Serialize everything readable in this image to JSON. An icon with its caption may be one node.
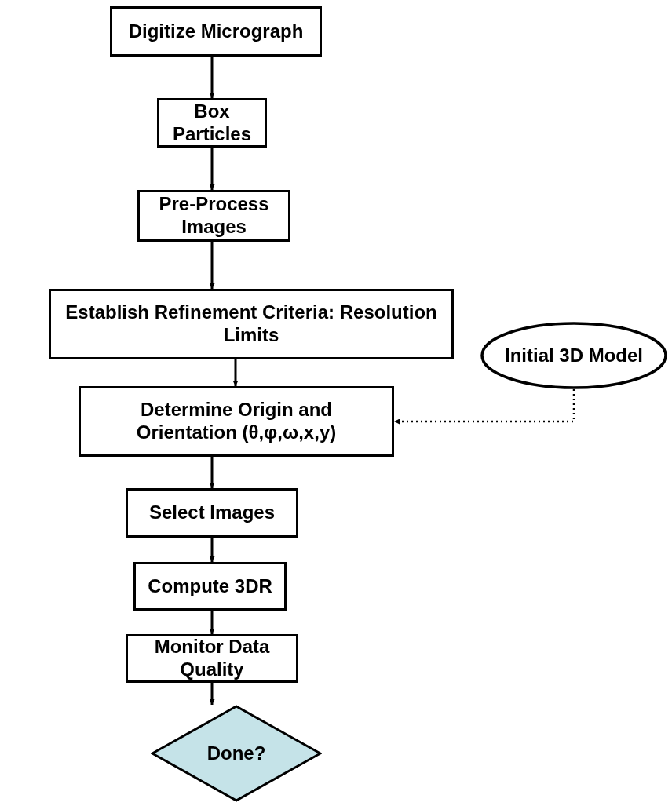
{
  "diagram": {
    "nodes": [
      {
        "text": [
          "Digitize Micrograph"
        ]
      },
      {
        "text": [
          "Box Particles"
        ]
      },
      {
        "text": [
          "Pre-Process Images"
        ]
      },
      {
        "text": [
          "Establish Refinement Criteria: Resolution Limits"
        ]
      },
      {
        "text": [
          "Initial 3D Model"
        ]
      },
      {
        "text": [
          "Determine Origin and Orientation (θ,φ,ω,x,y)"
        ]
      },
      {
        "text": [
          "Select Images"
        ]
      },
      {
        "text": [
          "Compute 3DR"
        ]
      },
      {
        "text": [
          "Monitor Data Quality"
        ]
      },
      {
        "text": [
          "Done?"
        ]
      }
    ],
    "edges": [
      {
        "from": 0,
        "to": 1,
        "arrow": "to"
      },
      {
        "from": 1,
        "to": 2,
        "arrow": "to"
      },
      {
        "from": 2,
        "to": 3,
        "arrow": "to"
      },
      {
        "from": 3,
        "to": 5,
        "arrow": "to"
      },
      {
        "from": 4,
        "to": 5,
        "arrow": "to",
        "style": "dashed"
      },
      {
        "from": 5,
        "to": 6,
        "arrow": "to"
      },
      {
        "from": 6,
        "to": 7,
        "arrow": "to"
      },
      {
        "from": 7,
        "to": 8,
        "arrow": "to"
      },
      {
        "from": 8,
        "to": 9,
        "arrow": "to"
      }
    ]
  }
}
